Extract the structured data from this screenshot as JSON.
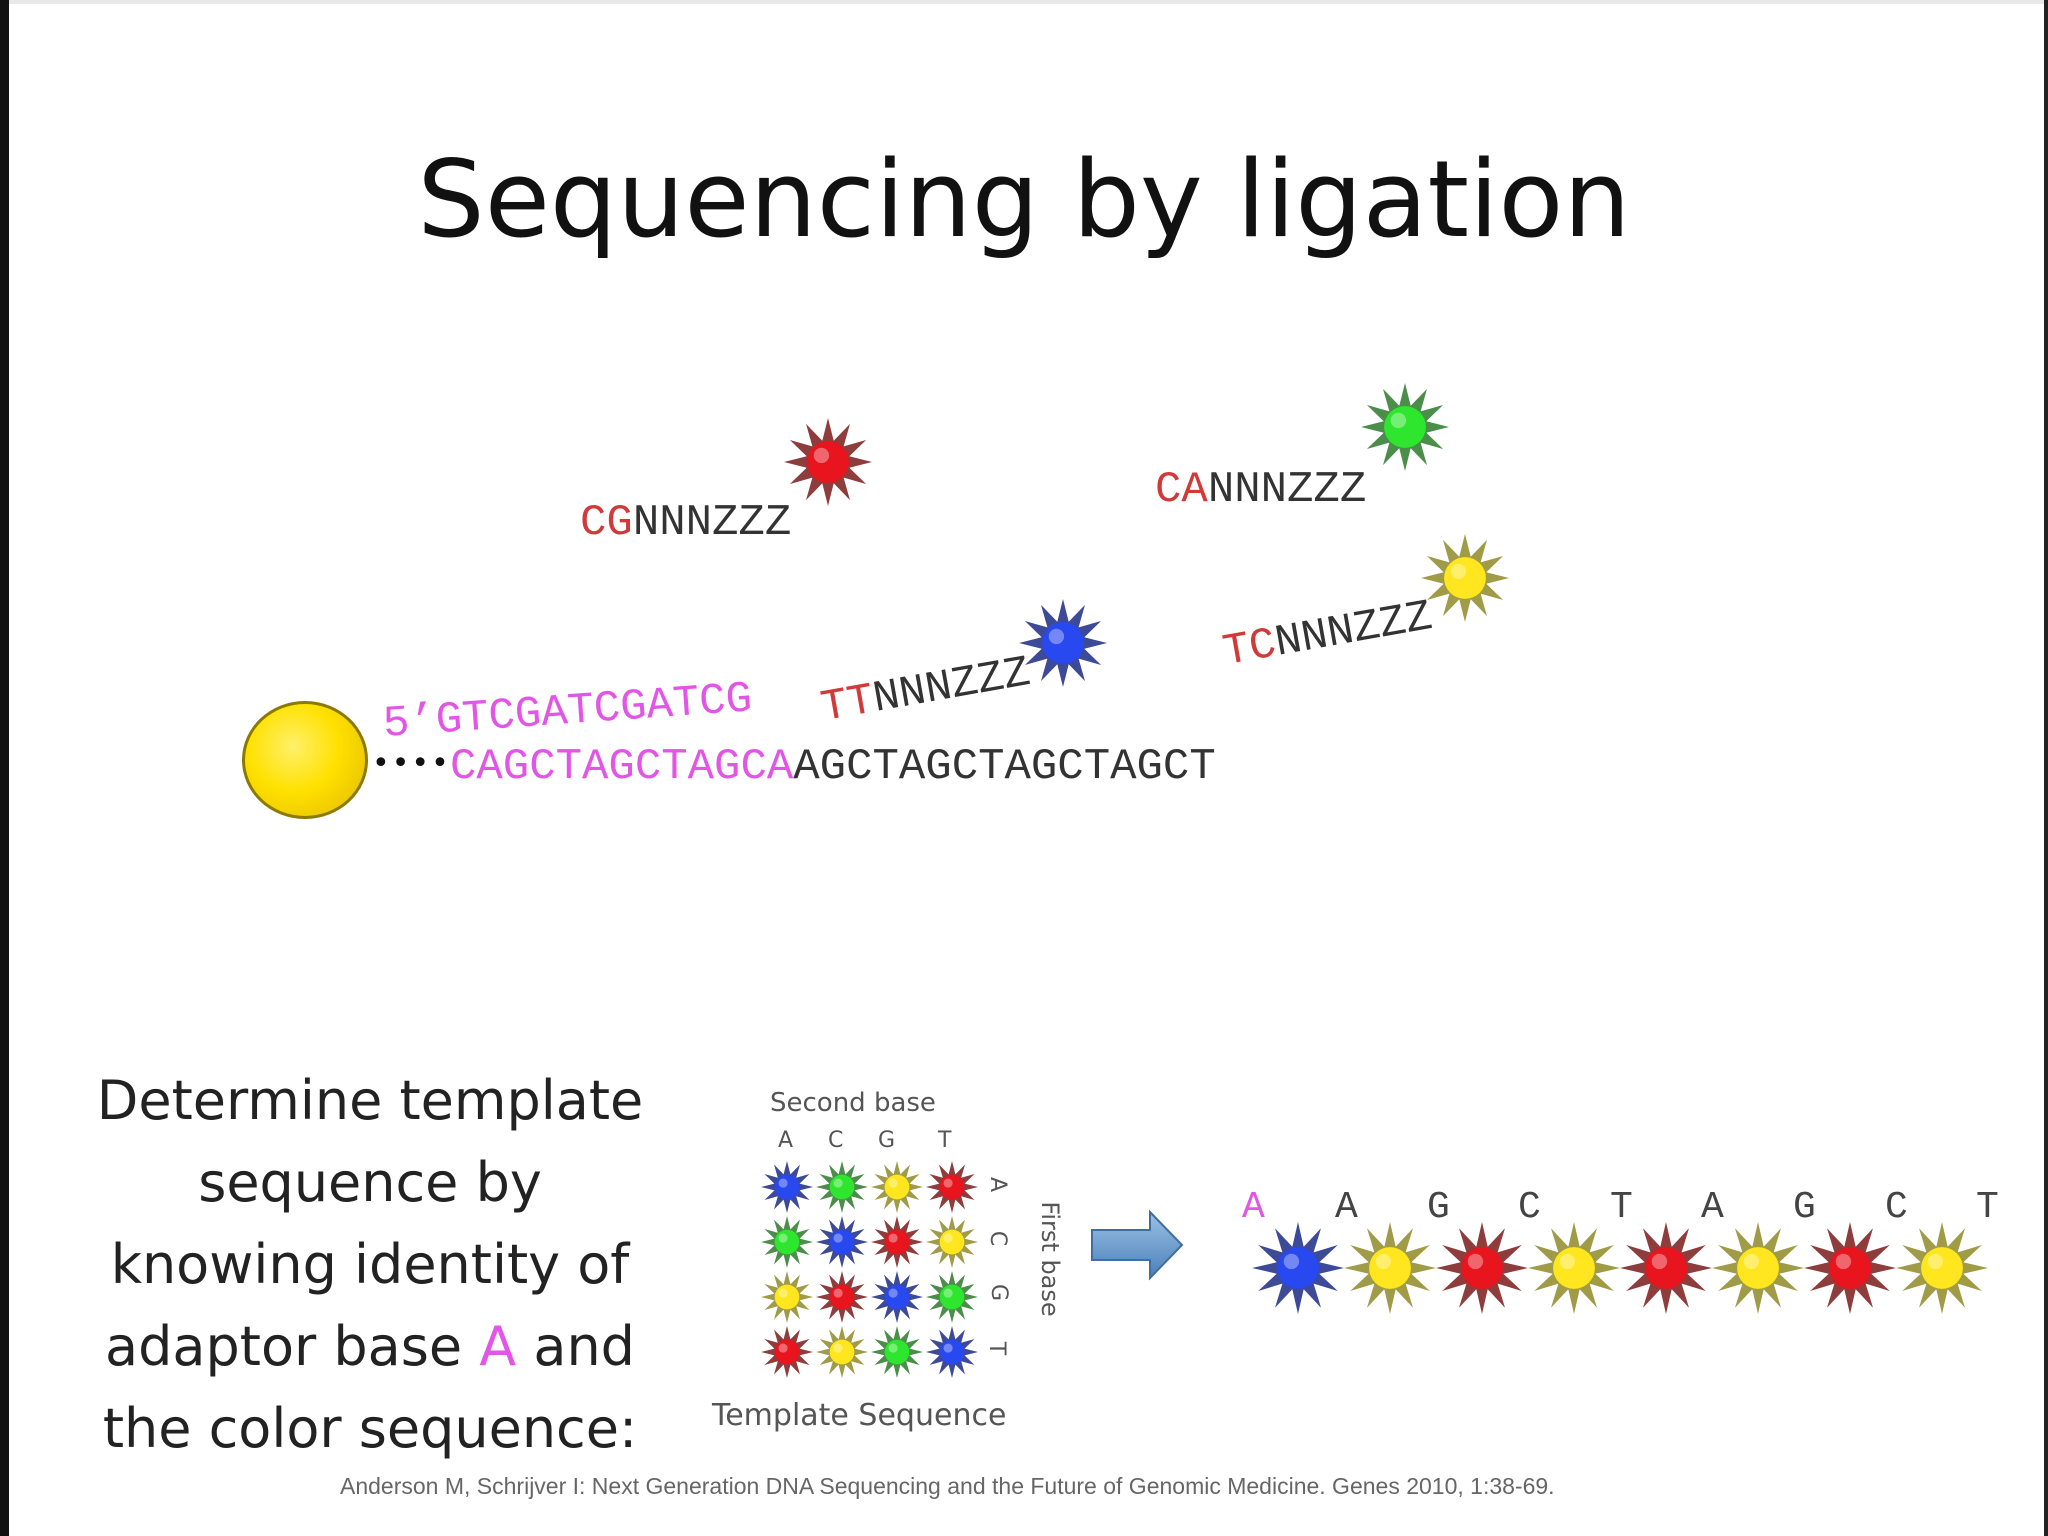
{
  "title": "Sequencing by ligation",
  "probes": [
    {
      "prefix": "CG",
      "suffix": "NNNZZZ",
      "dye": "red"
    },
    {
      "prefix": "CA",
      "suffix": "NNNZZZ",
      "dye": "green"
    },
    {
      "prefix": "TC",
      "suffix": "NNNZZZ",
      "dye": "yellow"
    },
    {
      "prefix": "TT",
      "suffix": "NNNZZZ",
      "dye": "blue"
    }
  ],
  "primer": {
    "label": "5’GTCGATCGATCG"
  },
  "template": {
    "adaptor": "CAGCTAGCTAGCA",
    "rest": "AGCTAGCTAGCTAGCT"
  },
  "dots": "••••",
  "prompt": {
    "line1": "Determine template",
    "line2": "sequence by",
    "line3": "knowing identity of",
    "line4_pre": "adaptor base ",
    "line4_highlight": "A",
    "line4_post": " and",
    "line5": "the color sequence:"
  },
  "encoding_matrix": {
    "top_label": "Second base",
    "columns": [
      "A",
      "C",
      "G",
      "T"
    ],
    "side_label": "First base",
    "rows": [
      "A",
      "C",
      "G",
      "T"
    ],
    "bottom_label": "Template Sequence",
    "cells": [
      [
        "blue",
        "green",
        "yellow",
        "red"
      ],
      [
        "green",
        "blue",
        "red",
        "yellow"
      ],
      [
        "yellow",
        "red",
        "blue",
        "green"
      ],
      [
        "red",
        "yellow",
        "green",
        "blue"
      ]
    ]
  },
  "decoded": {
    "letters": [
      "A",
      "A",
      "G",
      "C",
      "T",
      "A",
      "G",
      "C",
      "T"
    ],
    "colors": [
      "blue",
      "yellow",
      "red",
      "yellow",
      "red",
      "yellow",
      "red",
      "yellow"
    ]
  },
  "colors": {
    "red": "#e8141e",
    "green": "#2ee62e",
    "yellow": "#ffe61e",
    "blue": "#2848f0",
    "pink": "#e255e6"
  },
  "citation": "Anderson M, Schrijver I: Next Generation DNA Sequencing and the Future of Genomic Medicine. Genes 2010, 1:38-69."
}
